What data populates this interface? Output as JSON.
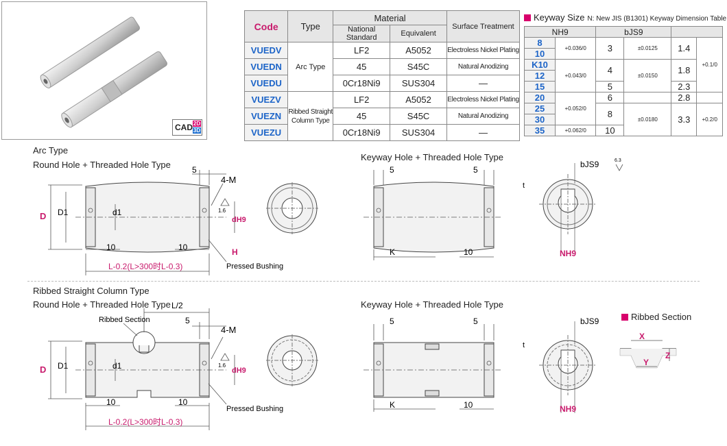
{
  "cad_badge": {
    "label": "CAD",
    "two_d": "2D",
    "three_d": "3D"
  },
  "material_table": {
    "headers": {
      "code": "Code",
      "type": "Type",
      "material": "Material",
      "national": "National Standard",
      "equivalent": "Equivalent",
      "surface": "Surface Treatment"
    },
    "groups": [
      {
        "type": "Arc Type",
        "rows": [
          {
            "code": "VUEDV",
            "national": "LF2",
            "equivalent": "A5052",
            "surface": "Electroless Nickel Plating"
          },
          {
            "code": "VUEDN",
            "national": "45",
            "equivalent": "S45C",
            "surface": "Natural Anodizing"
          },
          {
            "code": "VUEDU",
            "national": "0Cr18Ni9",
            "equivalent": "SUS304",
            "surface": "—"
          }
        ]
      },
      {
        "type": "Ribbed Straight Column Type",
        "rows": [
          {
            "code": "VUEZV",
            "national": "LF2",
            "equivalent": "A5052",
            "surface": "Electroless Nickel Plating"
          },
          {
            "code": "VUEZN",
            "national": "45",
            "equivalent": "S45C",
            "surface": "Natural Anodizing"
          },
          {
            "code": "VUEZU",
            "national": "0Cr18Ni9",
            "equivalent": "SUS304",
            "surface": "—"
          }
        ]
      }
    ]
  },
  "keyway": {
    "title": "Keyway Size",
    "note": "N: New JIS (B1301) Keyway Dimension Table",
    "header_n": "NH9",
    "header_b": "bJS9",
    "n_values": [
      "8",
      "10",
      "K10",
      "12",
      "15",
      "20",
      "25",
      "30",
      "35"
    ],
    "n_tols": [
      "+0.036/0",
      "+0.043/0",
      "+0.052/0",
      "+0.062/0"
    ],
    "b_values": [
      "3",
      "4",
      "5",
      "6",
      "8",
      "10"
    ],
    "b_tols": [
      "±0.0125",
      "±0.0150",
      "±0.0180"
    ],
    "t_values": [
      "1.4",
      "1.8",
      "2.3",
      "2.8",
      "3.3"
    ],
    "t_tols": [
      "+0.1/0",
      "+0.2/0"
    ]
  },
  "drawings": {
    "arc_title": "Arc Type",
    "arc_sub": "Round Hole + Threaded Hole Type",
    "keyway_sub": "Keyway Hole + Threaded Hole Type",
    "ribbed_title": "Ribbed Straight Column Type",
    "ribbed_sub": "Round Hole + Threaded Hole Type",
    "ribbed_section": "Ribbed Section",
    "ribbed_section_callout": "Ribbed Section",
    "pressed_bushing": "Pressed Bushing",
    "dim_5": "5",
    "dim_10": "10",
    "dim_L2": "L/2",
    "dim_4M": "4-M",
    "dim_D": "D",
    "dim_D1": "D1",
    "dim_d1": "d1",
    "dim_dH9": "dH9",
    "dim_H": "H",
    "dim_K": "K",
    "dim_t": "t",
    "dim_NH9": "NH9",
    "dim_bJS9": "bJS9",
    "dim_16": "1.6",
    "dim_63": "6.3",
    "dim_X": "X",
    "dim_Y": "Y",
    "dim_Z": "Z",
    "length_tol": "L-0.2(L>300时L-0.3)"
  }
}
